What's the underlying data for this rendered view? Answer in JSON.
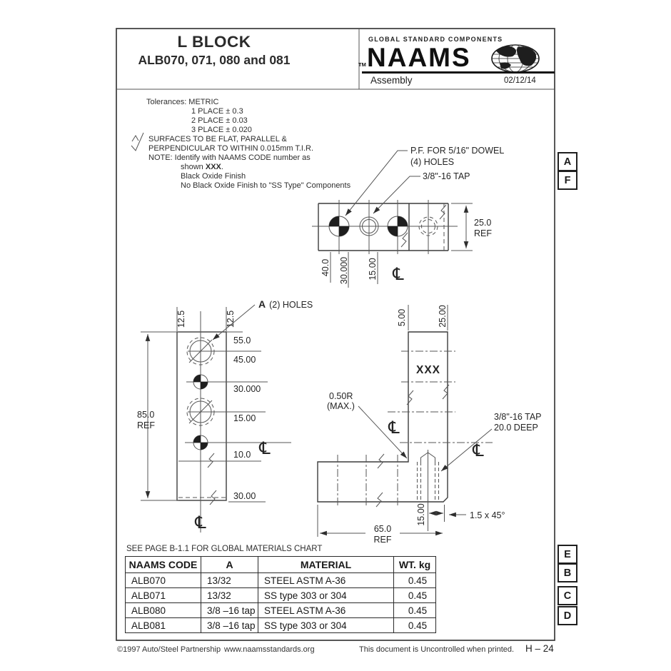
{
  "page": {
    "title_line1": "L BLOCK",
    "title_line2": "ALB070, 071, 080 and 081"
  },
  "brand": {
    "tagline": "GLOBAL STANDARD COMPONENTS",
    "tm": "TM",
    "name": "NAAMS",
    "globe_icon": "globe-icon",
    "subtitle": "Assembly",
    "date": "02/12/14"
  },
  "notes": {
    "tol_title": "Tolerances: METRIC",
    "tol1": "1 PLACE ± 0.3",
    "tol2": "2 PLACE ± 0.03",
    "tol3": "3 PLACE ± 0.020",
    "surf1": "SURFACES TO BE FLAT, PARALLEL &",
    "surf2": "PERPENDICULAR TO WITHIN 0.015mm T.I.R.",
    "note1": "NOTE:  Identify with NAAMS CODE number as",
    "note2_pre": "shown ",
    "note2_bold": "XXX",
    "note2_post": ".",
    "note3": "Black Oxide Finish",
    "note4": "No Black Oxide Finish to \"SS Type\" Components"
  },
  "callouts": {
    "pf_line1": "P.F. FOR 5/16\" DOWEL",
    "pf_line2": "(4) HOLES",
    "tap_top": "3/8\"-16 TAP",
    "a_letter": "A",
    "a_rest": "(2) HOLES",
    "radius_line1": "0.50R",
    "radius_line2": "(MAX.)",
    "tap_deep_line1": "3/8\"-16 TAP",
    "tap_deep_line2": "20.0 DEEP",
    "part_mark": "XXX"
  },
  "dims": {
    "cl": "℄",
    "top": {
      "w1": "25.0",
      "w2": "REF",
      "a": "40.0",
      "b": "30.000",
      "c": "15.00"
    },
    "front": {
      "t1": "12.5",
      "t2": "12.5",
      "r1": "55.0",
      "r2": "45.00",
      "r3": "30.000",
      "r4": "15.00",
      "r5": "10.0",
      "r6": "30.00",
      "h1": "85.0",
      "h2": "REF"
    },
    "side": {
      "t1": "5.00",
      "t2": "25.00",
      "d1": "15.00",
      "d2": "1.5 x 45°",
      "l1": "65.0",
      "l2": "REF"
    }
  },
  "table": {
    "note": "SEE PAGE B-1.1 FOR GLOBAL MATERIALS CHART",
    "headers": [
      "NAAMS CODE",
      "A",
      "MATERIAL",
      "WT. kg"
    ],
    "rows": [
      [
        "ALB070",
        "13/32",
        "STEEL ASTM A-36",
        "0.45"
      ],
      [
        "ALB071",
        "13/32",
        "SS type 303 or 304",
        "0.45"
      ],
      [
        "ALB080",
        "3/8 –16 tap",
        "STEEL ASTM A-36",
        "0.45"
      ],
      [
        "ALB081",
        "3/8 –16 tap",
        "SS type 303 or 304",
        "0.45"
      ]
    ]
  },
  "markers": {
    "a": "A",
    "f": "F",
    "e": "E",
    "b": "B",
    "c": "C",
    "d": "D"
  },
  "footer": {
    "copyright": "©1997 Auto/Steel Partnership",
    "website": "www.naamsstandards.org",
    "notice": "This document is Uncontrolled when printed.",
    "page_no": "H – 24"
  }
}
